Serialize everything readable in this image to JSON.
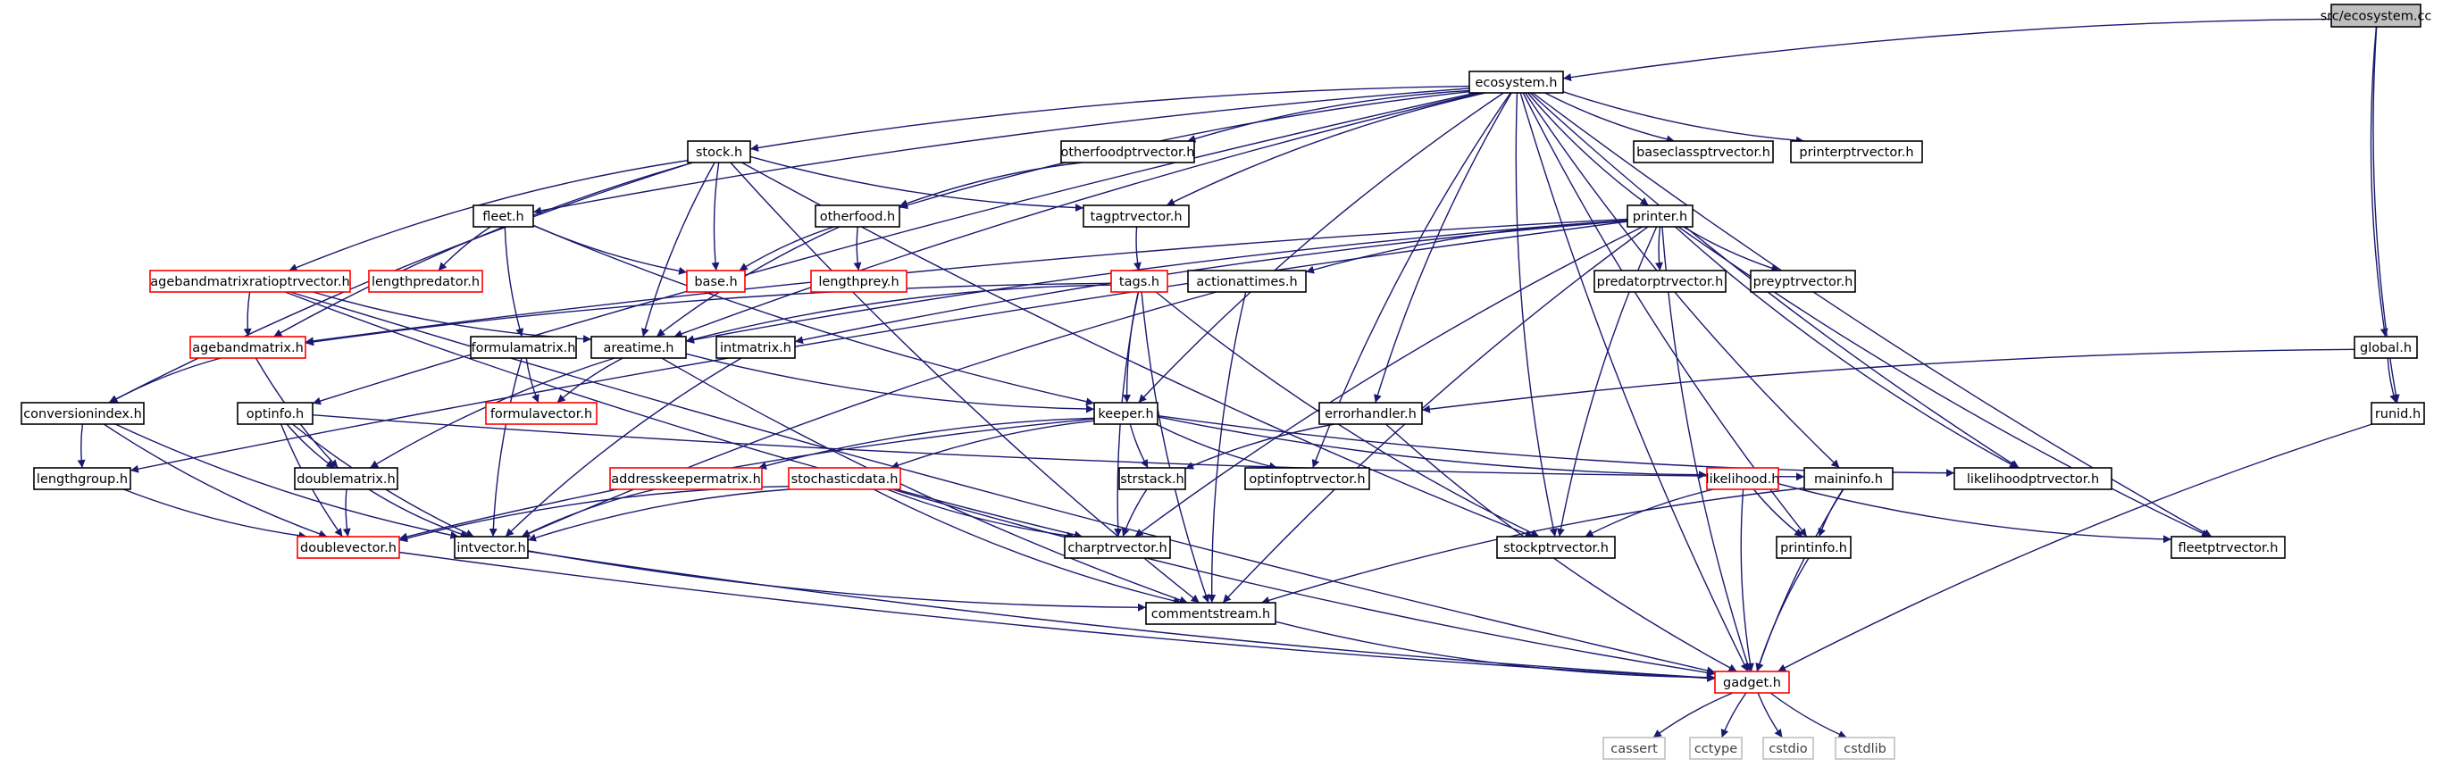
{
  "graph": {
    "title": "src/ecosystem.cc",
    "colors": {
      "edge": "#191970",
      "node_border_normal": "#000000",
      "node_border_truncated": "#ff0000",
      "node_border_external": "#bfbfbf",
      "root_fill": "#bfbfbf",
      "node_fill": "#ffffff",
      "external_text": "#404040"
    },
    "nodes": [
      {
        "id": "root",
        "label": "src/ecosystem.cc",
        "kind": "root"
      },
      {
        "id": "ecosystem",
        "label": "ecosystem.h",
        "kind": "normal"
      },
      {
        "id": "stock",
        "label": "stock.h",
        "kind": "normal"
      },
      {
        "id": "otherfoodptrvector",
        "label": "otherfoodptrvector.h",
        "kind": "normal"
      },
      {
        "id": "baseclassptrvector",
        "label": "baseclassptrvector.h",
        "kind": "normal"
      },
      {
        "id": "printerptrvector",
        "label": "printerptrvector.h",
        "kind": "normal"
      },
      {
        "id": "fleet",
        "label": "fleet.h",
        "kind": "normal"
      },
      {
        "id": "otherfood",
        "label": "otherfood.h",
        "kind": "normal"
      },
      {
        "id": "tagptrvector",
        "label": "tagptrvector.h",
        "kind": "normal"
      },
      {
        "id": "printer",
        "label": "printer.h",
        "kind": "normal"
      },
      {
        "id": "lengthpredator",
        "label": "lengthpredator.h",
        "kind": "truncated"
      },
      {
        "id": "base",
        "label": "base.h",
        "kind": "truncated"
      },
      {
        "id": "lengthprey",
        "label": "lengthprey.h",
        "kind": "truncated"
      },
      {
        "id": "agebandmatrixratioptrvector",
        "label": "agebandmatrixratioptrvector.h",
        "kind": "truncated"
      },
      {
        "id": "tags",
        "label": "tags.h",
        "kind": "truncated"
      },
      {
        "id": "actionattimes",
        "label": "actionattimes.h",
        "kind": "normal"
      },
      {
        "id": "predatorptrvector",
        "label": "predatorptrvector.h",
        "kind": "normal"
      },
      {
        "id": "preyptrvector",
        "label": "preyptrvector.h",
        "kind": "normal"
      },
      {
        "id": "agebandmatrix",
        "label": "agebandmatrix.h",
        "kind": "truncated"
      },
      {
        "id": "formulamatrix",
        "label": "formulamatrix.h",
        "kind": "normal"
      },
      {
        "id": "areatime",
        "label": "areatime.h",
        "kind": "normal"
      },
      {
        "id": "intmatrix",
        "label": "intmatrix.h",
        "kind": "normal"
      },
      {
        "id": "global",
        "label": "global.h",
        "kind": "normal"
      },
      {
        "id": "conversionindex",
        "label": "conversionindex.h",
        "kind": "normal"
      },
      {
        "id": "optinfo",
        "label": "optinfo.h",
        "kind": "normal"
      },
      {
        "id": "formulavector",
        "label": "formulavector.h",
        "kind": "truncated"
      },
      {
        "id": "keeper",
        "label": "keeper.h",
        "kind": "normal"
      },
      {
        "id": "errorhandler",
        "label": "errorhandler.h",
        "kind": "normal"
      },
      {
        "id": "runid",
        "label": "runid.h",
        "kind": "normal"
      },
      {
        "id": "lengthgroup",
        "label": "lengthgroup.h",
        "kind": "normal"
      },
      {
        "id": "doublematrix",
        "label": "doublematrix.h",
        "kind": "normal"
      },
      {
        "id": "addresskeepermatrix",
        "label": "addresskeepermatrix.h",
        "kind": "truncated"
      },
      {
        "id": "stochasticdata",
        "label": "stochasticdata.h",
        "kind": "truncated"
      },
      {
        "id": "strstack",
        "label": "strstack.h",
        "kind": "normal"
      },
      {
        "id": "optinfoptrvector",
        "label": "optinfoptrvector.h",
        "kind": "normal"
      },
      {
        "id": "likelihood",
        "label": "likelihood.h",
        "kind": "truncated"
      },
      {
        "id": "maininfo",
        "label": "maininfo.h",
        "kind": "normal"
      },
      {
        "id": "likelihoodptrvector",
        "label": "likelihoodptrvector.h",
        "kind": "normal"
      },
      {
        "id": "doublevector",
        "label": "doublevector.h",
        "kind": "truncated"
      },
      {
        "id": "intvector",
        "label": "intvector.h",
        "kind": "normal"
      },
      {
        "id": "charptrvector",
        "label": "charptrvector.h",
        "kind": "normal"
      },
      {
        "id": "stockptrvector",
        "label": "stockptrvector.h",
        "kind": "normal"
      },
      {
        "id": "printinfo",
        "label": "printinfo.h",
        "kind": "normal"
      },
      {
        "id": "fleetptrvector",
        "label": "fleetptrvector.h",
        "kind": "normal"
      },
      {
        "id": "commentstream",
        "label": "commentstream.h",
        "kind": "normal"
      },
      {
        "id": "gadget",
        "label": "gadget.h",
        "kind": "truncated"
      },
      {
        "id": "cassert",
        "label": "cassert",
        "kind": "external"
      },
      {
        "id": "cctype",
        "label": "cctype",
        "kind": "external"
      },
      {
        "id": "cstdio",
        "label": "cstdio",
        "kind": "external"
      },
      {
        "id": "cstdlib",
        "label": "cstdlib",
        "kind": "external"
      }
    ],
    "edges": [
      [
        "root",
        "ecosystem"
      ],
      [
        "root",
        "global"
      ],
      [
        "root",
        "runid"
      ],
      [
        "ecosystem",
        "stock"
      ],
      [
        "ecosystem",
        "otherfoodptrvector"
      ],
      [
        "ecosystem",
        "baseclassptrvector"
      ],
      [
        "ecosystem",
        "printerptrvector"
      ],
      [
        "ecosystem",
        "fleet"
      ],
      [
        "ecosystem",
        "otherfood"
      ],
      [
        "ecosystem",
        "tagptrvector"
      ],
      [
        "ecosystem",
        "printer"
      ],
      [
        "ecosystem",
        "areatime"
      ],
      [
        "ecosystem",
        "optinfo"
      ],
      [
        "ecosystem",
        "keeper"
      ],
      [
        "ecosystem",
        "errorhandler"
      ],
      [
        "ecosystem",
        "optinfoptrvector"
      ],
      [
        "ecosystem",
        "stockptrvector"
      ],
      [
        "ecosystem",
        "maininfo"
      ],
      [
        "ecosystem",
        "likelihoodptrvector"
      ],
      [
        "ecosystem",
        "printinfo"
      ],
      [
        "ecosystem",
        "fleetptrvector"
      ],
      [
        "ecosystem",
        "gadget"
      ],
      [
        "stock",
        "agebandmatrixratioptrvector"
      ],
      [
        "stock",
        "agebandmatrix"
      ],
      [
        "stock",
        "base"
      ],
      [
        "stock",
        "areatime"
      ],
      [
        "stock",
        "conversionindex"
      ],
      [
        "stock",
        "tagptrvector"
      ],
      [
        "stock",
        "stockptrvector"
      ],
      [
        "stock",
        "commentstream"
      ],
      [
        "otherfoodptrvector",
        "otherfood"
      ],
      [
        "fleet",
        "lengthpredator"
      ],
      [
        "fleet",
        "base"
      ],
      [
        "fleet",
        "formulamatrix"
      ],
      [
        "fleet",
        "keeper"
      ],
      [
        "otherfood",
        "base"
      ],
      [
        "otherfood",
        "lengthprey"
      ],
      [
        "otherfood",
        "areatime"
      ],
      [
        "tagptrvector",
        "tags"
      ],
      [
        "printer",
        "actionattimes"
      ],
      [
        "printer",
        "predatorptrvector"
      ],
      [
        "printer",
        "preyptrvector"
      ],
      [
        "printer",
        "agebandmatrix"
      ],
      [
        "printer",
        "areatime"
      ],
      [
        "printer",
        "intmatrix"
      ],
      [
        "printer",
        "lengthgroup"
      ],
      [
        "printer",
        "charptrvector"
      ],
      [
        "printer",
        "stockptrvector"
      ],
      [
        "printer",
        "likelihoodptrvector"
      ],
      [
        "printer",
        "fleetptrvector"
      ],
      [
        "printer",
        "commentstream"
      ],
      [
        "printer",
        "gadget"
      ],
      [
        "agebandmatrixratioptrvector",
        "agebandmatrix"
      ],
      [
        "agebandmatrixratioptrvector",
        "areatime"
      ],
      [
        "agebandmatrixratioptrvector",
        "charptrvector"
      ],
      [
        "agebandmatrixratioptrvector",
        "gadget"
      ],
      [
        "tags",
        "areatime"
      ],
      [
        "tags",
        "keeper"
      ],
      [
        "tags",
        "charptrvector"
      ],
      [
        "tags",
        "commentstream"
      ],
      [
        "tags",
        "stockptrvector"
      ],
      [
        "tags",
        "agebandmatrix"
      ],
      [
        "actionattimes",
        "intvector"
      ],
      [
        "actionattimes",
        "commentstream"
      ],
      [
        "agebandmatrix",
        "conversionindex"
      ],
      [
        "agebandmatrix",
        "doublematrix"
      ],
      [
        "formulamatrix",
        "formulavector"
      ],
      [
        "formulamatrix",
        "intvector"
      ],
      [
        "areatime",
        "formulavector"
      ],
      [
        "areatime",
        "keeper"
      ],
      [
        "areatime",
        "doublematrix"
      ],
      [
        "areatime",
        "commentstream"
      ],
      [
        "intmatrix",
        "intvector"
      ],
      [
        "global",
        "errorhandler"
      ],
      [
        "global",
        "runid"
      ],
      [
        "conversionindex",
        "lengthgroup"
      ],
      [
        "conversionindex",
        "doublevector"
      ],
      [
        "conversionindex",
        "intvector"
      ],
      [
        "optinfo",
        "doublematrix"
      ],
      [
        "optinfo",
        "doublevector"
      ],
      [
        "optinfo",
        "intvector"
      ],
      [
        "optinfo",
        "maininfo"
      ],
      [
        "keeper",
        "addresskeepermatrix"
      ],
      [
        "keeper",
        "stochasticdata"
      ],
      [
        "keeper",
        "strstack"
      ],
      [
        "keeper",
        "optinfoptrvector"
      ],
      [
        "keeper",
        "likelihood"
      ],
      [
        "keeper",
        "likelihoodptrvector"
      ],
      [
        "keeper",
        "doublevector"
      ],
      [
        "errorhandler",
        "strstack"
      ],
      [
        "errorhandler",
        "gadget"
      ],
      [
        "runid",
        "gadget"
      ],
      [
        "lengthgroup",
        "doublevector"
      ],
      [
        "doublematrix",
        "doublevector"
      ],
      [
        "doublematrix",
        "intvector"
      ],
      [
        "addresskeepermatrix",
        "intvector"
      ],
      [
        "stochasticdata",
        "doublevector"
      ],
      [
        "stochasticdata",
        "intvector"
      ],
      [
        "stochasticdata",
        "charptrvector"
      ],
      [
        "stochasticdata",
        "commentstream"
      ],
      [
        "stochasticdata",
        "gadget"
      ],
      [
        "strstack",
        "charptrvector"
      ],
      [
        "likelihood",
        "stockptrvector"
      ],
      [
        "likelihood",
        "printinfo"
      ],
      [
        "likelihood",
        "fleetptrvector"
      ],
      [
        "likelihood",
        "gadget"
      ],
      [
        "maininfo",
        "printinfo"
      ],
      [
        "maininfo",
        "commentstream"
      ],
      [
        "maininfo",
        "gadget"
      ],
      [
        "doublevector",
        "gadget"
      ],
      [
        "intvector",
        "commentstream"
      ],
      [
        "intvector",
        "gadget"
      ],
      [
        "printinfo",
        "gadget"
      ],
      [
        "commentstream",
        "gadget"
      ],
      [
        "gadget",
        "cassert"
      ],
      [
        "gadget",
        "cctype"
      ],
      [
        "gadget",
        "cstdio"
      ],
      [
        "gadget",
        "cstdlib"
      ]
    ]
  }
}
